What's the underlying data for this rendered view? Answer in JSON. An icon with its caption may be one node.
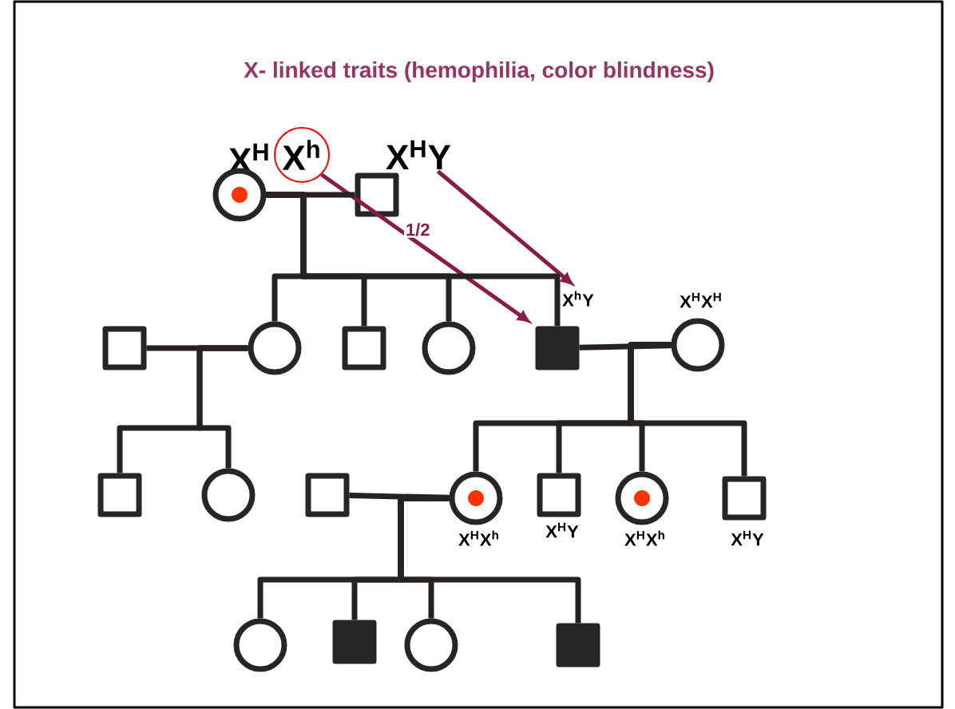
{
  "diagram": {
    "title": "X- linked traits (hemophilia, color blindness)",
    "nodes": [
      {
        "text": [
          "X$^{h}$"
        ]
      },
      {
        "text": [
          "X$^{H}$Y"
        ]
      },
      {
        "text": [],
        "shape": "circle"
      },
      {
        "text": [],
        "shape": "box"
      },
      {
        "text": [
          "X$^{h}$Y"
        ]
      },
      {
        "text": [],
        "shape": "box"
      },
      {
        "text": [],
        "shape": "circle"
      },
      {
        "text": [],
        "shape": "box"
      },
      {
        "text": [],
        "shape": "circle"
      },
      {
        "text": [],
        "shape": "box"
      },
      {
        "text": [],
        "shape": "circle",
        "beside": [
          "X$^{H}$X$^{H}$"
        ]
      },
      {
        "text": [],
        "shape": "box"
      },
      {
        "text": [],
        "shape": "circle"
      },
      {
        "text": [],
        "shape": "box"
      },
      {
        "text": [],
        "shape": "circle",
        "beside": [
          "X$^{H}$X$^{h}$"
        ]
      },
      {
        "text": [],
        "shape": "box",
        "beside": [
          "X$^{H}$Y"
        ]
      },
      {
        "text": [],
        "shape": "circle",
        "beside": [
          "X$^{H}$X$^{h}$"
        ]
      },
      {
        "text": [],
        "shape": "box",
        "beside": [
          "X$^{H}$Y"
        ]
      },
      {
        "text": [],
        "shape": "circle"
      },
      {
        "text": [],
        "shape": "box"
      },
      {
        "text": [],
        "shape": "circle"
      },
      {
        "text": [],
        "shape": "box"
      }
    ],
    "edges": [
      {
        "from": 0,
        "to": 9,
        "arrow": "to",
        "label": "1/2",
        "color": "#8b1a4a"
      },
      {
        "from": 1,
        "to": 4,
        "arrow": "to",
        "color": "#8b1a4a"
      },
      {
        "from": 2,
        "to": 3,
        "arrow": "none"
      },
      {
        "from": 2,
        "to": 6,
        "arrow": "none"
      },
      {
        "from": 2,
        "to": 7,
        "arrow": "none"
      },
      {
        "from": 2,
        "to": 8,
        "arrow": "none"
      },
      {
        "from": 2,
        "to": 9,
        "arrow": "none"
      },
      {
        "from": 5,
        "to": 6,
        "arrow": "none"
      },
      {
        "from": 6,
        "to": 11,
        "arrow": "none"
      },
      {
        "from": 6,
        "to": 12,
        "arrow": "none"
      },
      {
        "from": 9,
        "to": 10,
        "arrow": "none"
      },
      {
        "from": 10,
        "to": 14,
        "arrow": "none"
      },
      {
        "from": 10,
        "to": 15,
        "arrow": "none"
      },
      {
        "from": 10,
        "to": 16,
        "arrow": "none"
      },
      {
        "from": 10,
        "to": 17,
        "arrow": "none"
      },
      {
        "from": 13,
        "to": 14,
        "arrow": "none"
      },
      {
        "from": 14,
        "to": 18,
        "arrow": "none"
      },
      {
        "from": 14,
        "to": 19,
        "arrow": "none"
      },
      {
        "from": 14,
        "to": 20,
        "arrow": "none"
      },
      {
        "from": 14,
        "to": 21,
        "arrow": "none"
      }
    ],
    "labels": [
      "X$^{H}$"
    ]
  }
}
